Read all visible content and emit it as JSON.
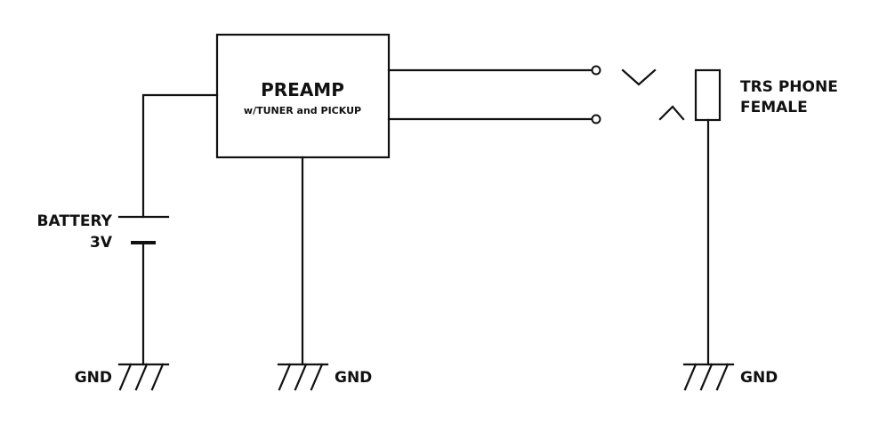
{
  "preamp": {
    "title": "PREAMP",
    "subtitle": "w/TUNER and PICKUP"
  },
  "jack": {
    "label_line1": "TRS PHONE",
    "label_line2": "FEMALE"
  },
  "battery": {
    "label_line1": "BATTERY",
    "label_line2": "3V"
  },
  "grounds": {
    "battery_gnd": "GND",
    "preamp_gnd": "GND",
    "jack_gnd": "GND"
  },
  "colors": {
    "stroke": "#111111",
    "background": "#ffffff"
  }
}
